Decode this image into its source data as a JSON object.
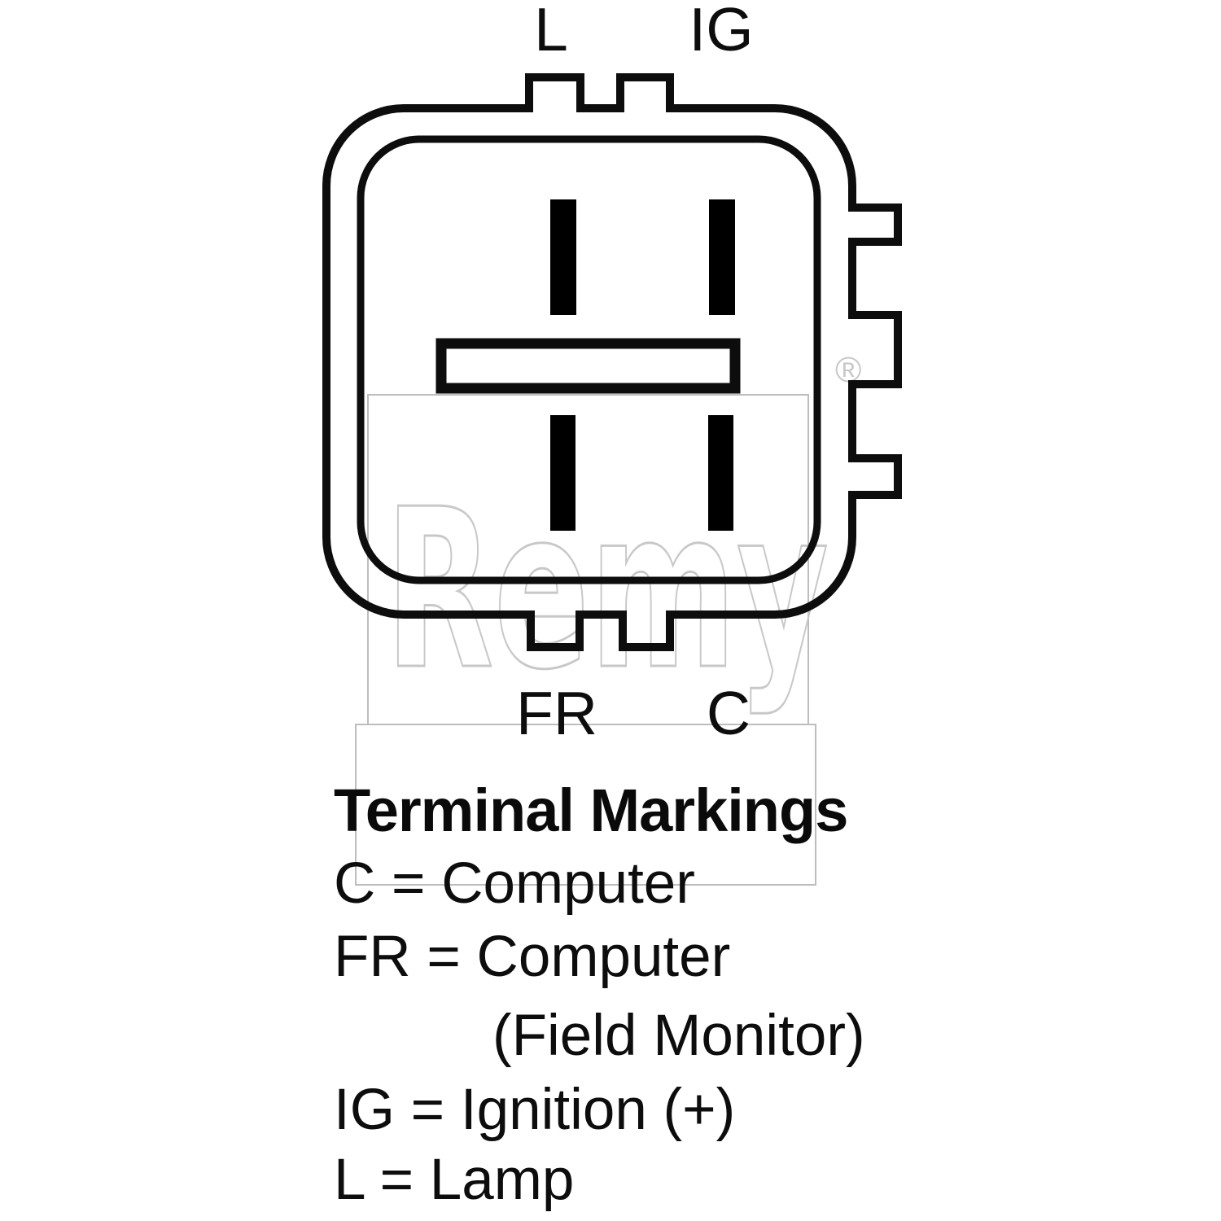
{
  "diagram": {
    "pin_labels": {
      "top_left": "L",
      "top_right": "IG",
      "bottom_left": "FR",
      "bottom_right": "C"
    },
    "watermark": {
      "brand": "Remy",
      "registered_mark": "®"
    },
    "colors": {
      "line": "#0d0d0d",
      "pin_fill": "#000000",
      "watermark_gray": "#c8c8c8",
      "faint_box_gray": "#bdbdbd"
    }
  },
  "legend": {
    "heading": "Terminal Markings",
    "lines": [
      {
        "text": "C = Computer"
      },
      {
        "text": "FR = Computer"
      },
      {
        "text": "(Field Monitor)"
      },
      {
        "text": "IG = Ignition (+)"
      },
      {
        "text": "L = Lamp"
      }
    ]
  }
}
